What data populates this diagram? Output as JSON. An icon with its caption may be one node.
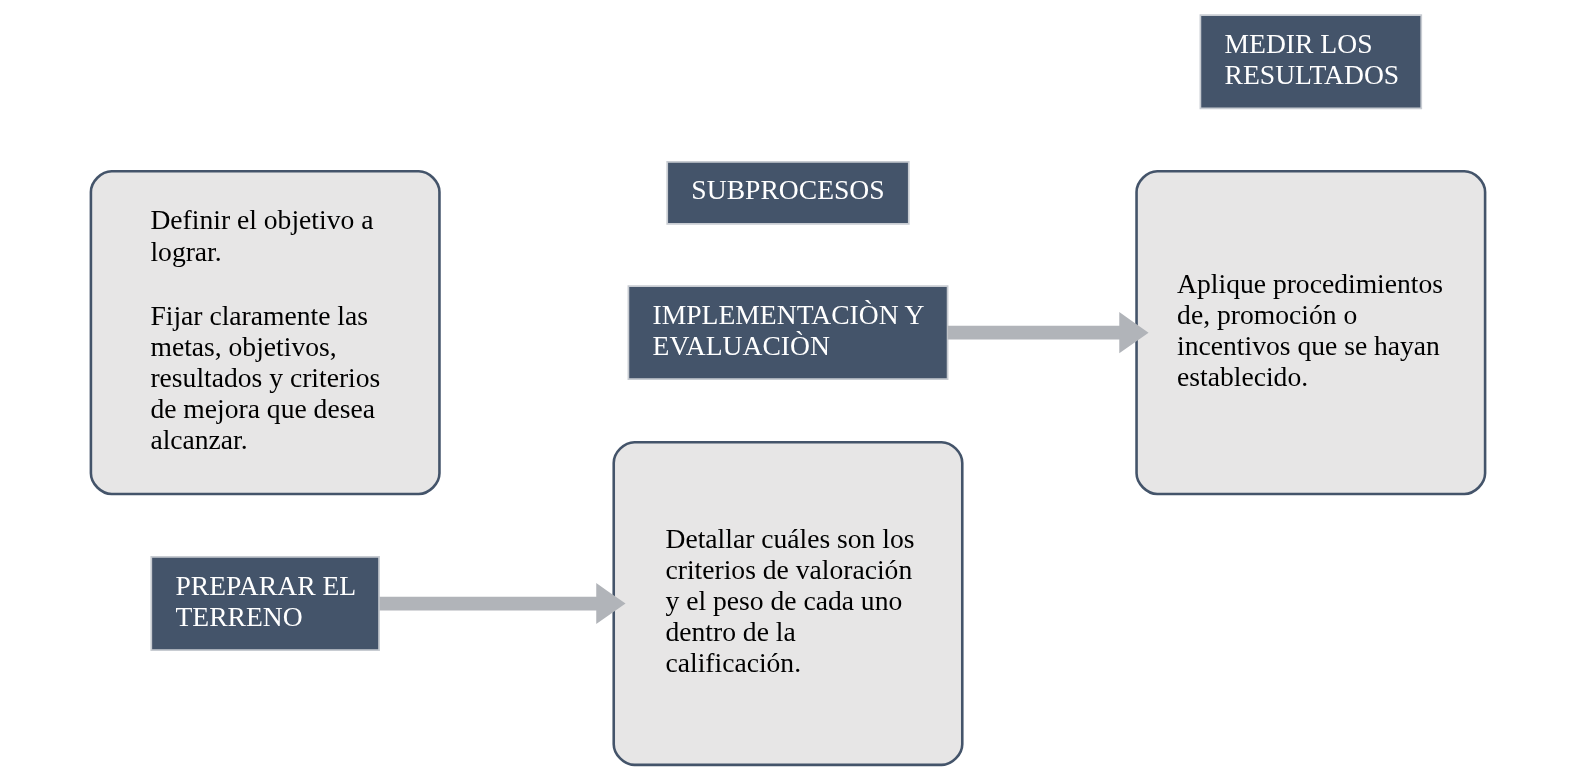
{
  "diagram": {
    "nodes": [
      {
        "text": [
          "SUBPROCESOS"
        ]
      },
      {
        "text": [
          "Definir el objetivo a lograr.",
          "Fijar claramente las metas, objetivos, resultados y criterios de mejora que desea alcanzar."
        ]
      },
      {
        "text": [
          "PREPARAR EL TERRENO"
        ]
      },
      {
        "text": [
          "Detallar cuáles son los criterios de valoración y el peso de cada uno dentro de la calificación."
        ]
      },
      {
        "text": [
          "IMPLEMENTACIÒN Y EVALUACIÒN"
        ]
      },
      {
        "text": [
          "Aplique procedimientos de, promoción o incentivos que se hayan establecido."
        ]
      },
      {
        "text": [
          "MEDIR LOS RESULTADOS"
        ]
      }
    ],
    "edges": [
      {
        "from": 2,
        "to": 3,
        "arrow": "to"
      },
      {
        "from": 4,
        "to": 5,
        "arrow": "to"
      }
    ]
  }
}
